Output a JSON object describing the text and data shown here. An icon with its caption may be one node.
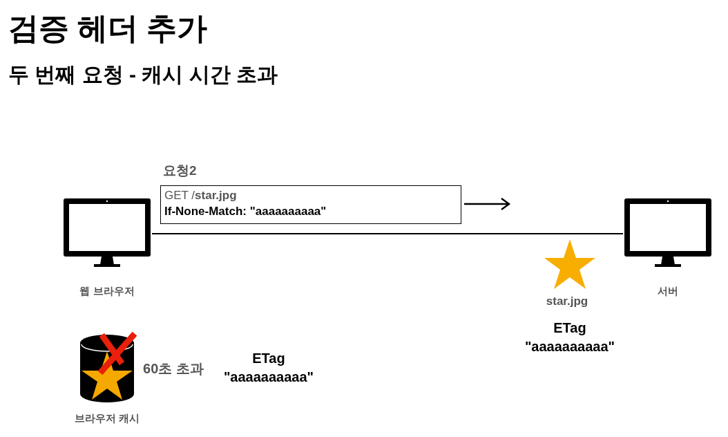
{
  "diagram": {
    "title": "검증 헤더 추가",
    "nodes": [
      {
        "text": [
          "웹 브라우저"
        ]
      },
      {
        "text": [
          "요청2",
          "GET /**star.jpg**",
          "If-None-Match: \"aaaaaaaaaa\""
        ]
      },
      {
        "text": [
          "서버"
        ]
      },
      {
        "text": [
          "브라우저 캐시"
        ]
      }
    ],
    "edges": [
      {
        "from": 0,
        "to": 2,
        "arrow": "none"
      }
    ],
    "labels": [
      "두 번째 요청 - 캐시 시간 초과",
      "star.jpg",
      "ETag",
      "\"aaaaaaaaaa\"",
      "60초 초과",
      "ETag",
      "\"aaaaaaaaaa\""
    ]
  }
}
